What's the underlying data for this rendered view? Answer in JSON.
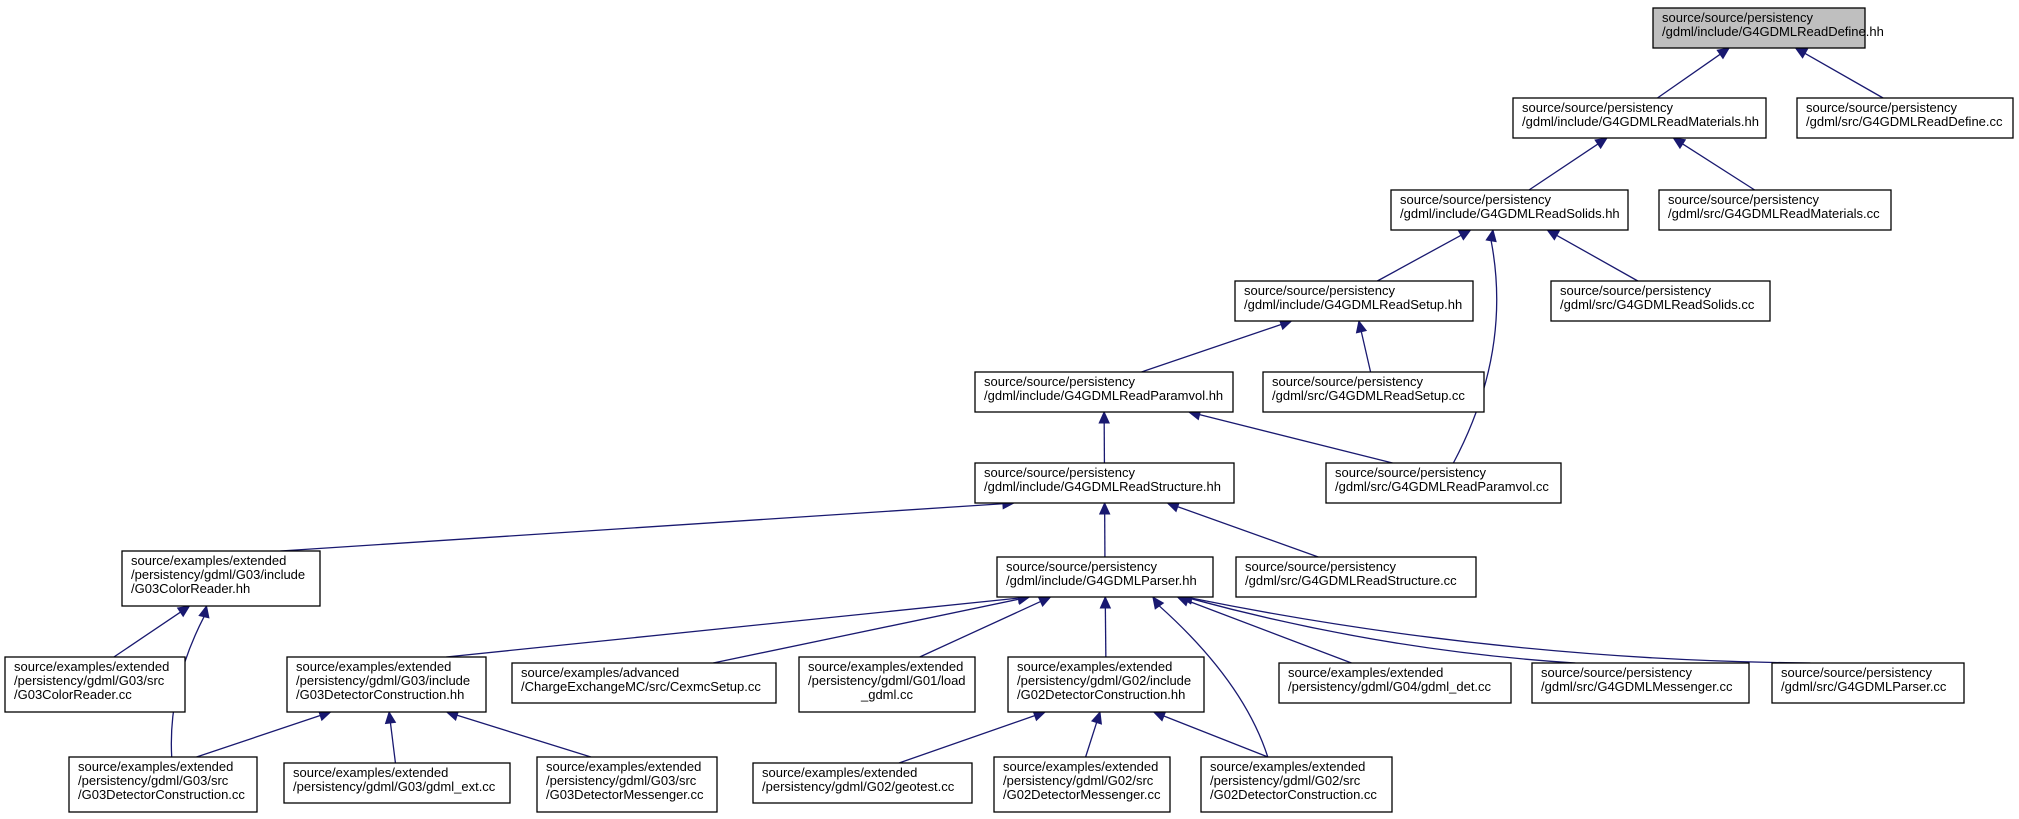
{
  "title": "",
  "nodes": [
    {
      "id": "read_define_hh",
      "lines": [
        "source/source/persistency",
        "/gdml/include/G4GDMLReadDefine.hh"
      ],
      "root": true
    },
    {
      "id": "read_materials_hh",
      "lines": [
        "source/source/persistency",
        "/gdml/include/G4GDMLReadMaterials.hh"
      ]
    },
    {
      "id": "read_define_cc",
      "lines": [
        "source/source/persistency",
        "/gdml/src/G4GDMLReadDefine.cc"
      ]
    },
    {
      "id": "read_solids_hh",
      "lines": [
        "source/source/persistency",
        "/gdml/include/G4GDMLReadSolids.hh"
      ]
    },
    {
      "id": "read_materials_cc",
      "lines": [
        "source/source/persistency",
        "/gdml/src/G4GDMLReadMaterials.cc"
      ]
    },
    {
      "id": "read_setup_hh",
      "lines": [
        "source/source/persistency",
        "/gdml/include/G4GDMLReadSetup.hh"
      ]
    },
    {
      "id": "read_solids_cc",
      "lines": [
        "source/source/persistency",
        "/gdml/src/G4GDMLReadSolids.cc"
      ]
    },
    {
      "id": "read_paramvol_hh",
      "lines": [
        "source/source/persistency",
        "/gdml/include/G4GDMLReadParamvol.hh"
      ]
    },
    {
      "id": "read_setup_cc",
      "lines": [
        "source/source/persistency",
        "/gdml/src/G4GDMLReadSetup.cc"
      ]
    },
    {
      "id": "read_structure_hh",
      "lines": [
        "source/source/persistency",
        "/gdml/include/G4GDMLReadStructure.hh"
      ]
    },
    {
      "id": "read_paramvol_cc",
      "lines": [
        "source/source/persistency",
        "/gdml/src/G4GDMLReadParamvol.cc"
      ]
    },
    {
      "id": "g03_color_reader_hh",
      "lines": [
        "source/examples/extended",
        "/persistency/gdml/G03/include",
        "/G03ColorReader.hh"
      ]
    },
    {
      "id": "parser_hh",
      "lines": [
        "source/source/persistency",
        "/gdml/include/G4GDMLParser.hh"
      ]
    },
    {
      "id": "read_structure_cc",
      "lines": [
        "source/source/persistency",
        "/gdml/src/G4GDMLReadStructure.cc"
      ]
    },
    {
      "id": "g03_color_reader_cc",
      "lines": [
        "source/examples/extended",
        "/persistency/gdml/G03/src",
        "/G03ColorReader.cc"
      ]
    },
    {
      "id": "g03_detcons_hh",
      "lines": [
        "source/examples/extended",
        "/persistency/gdml/G03/include",
        "/G03DetectorConstruction.hh"
      ]
    },
    {
      "id": "cexmc_setup_cc",
      "lines": [
        "source/examples/advanced",
        "/ChargeExchangeMC/src/CexmcSetup.cc"
      ]
    },
    {
      "id": "g01_load_gdml_cc",
      "lines": [
        "source/examples/extended",
        "/persistency/gdml/G01/load",
        "_gdml.cc"
      ]
    },
    {
      "id": "g02_detcons_hh",
      "lines": [
        "source/examples/extended",
        "/persistency/gdml/G02/include",
        "/G02DetectorConstruction.hh"
      ]
    },
    {
      "id": "g04_gdml_det_cc",
      "lines": [
        "source/examples/extended",
        "/persistency/gdml/G04/gdml_det.cc"
      ]
    },
    {
      "id": "messenger_cc",
      "lines": [
        "source/source/persistency",
        "/gdml/src/G4GDMLMessenger.cc"
      ]
    },
    {
      "id": "parser_cc",
      "lines": [
        "source/source/persistency",
        "/gdml/src/G4GDMLParser.cc"
      ]
    },
    {
      "id": "g03_detcons_cc",
      "lines": [
        "source/examples/extended",
        "/persistency/gdml/G03/src",
        "/G03DetectorConstruction.cc"
      ]
    },
    {
      "id": "g03_gdml_ext_cc",
      "lines": [
        "source/examples/extended",
        "/persistency/gdml/G03/gdml_ext.cc"
      ]
    },
    {
      "id": "g03_det_messenger_cc",
      "lines": [
        "source/examples/extended",
        "/persistency/gdml/G03/src",
        "/G03DetectorMessenger.cc"
      ]
    },
    {
      "id": "g02_geotest_cc",
      "lines": [
        "source/examples/extended",
        "/persistency/gdml/G02/geotest.cc"
      ]
    },
    {
      "id": "g02_det_messenger_cc",
      "lines": [
        "source/examples/extended",
        "/persistency/gdml/G02/src",
        "/G02DetectorMessenger.cc"
      ]
    },
    {
      "id": "g02_detcons_cc",
      "lines": [
        "source/examples/extended",
        "/persistency/gdml/G02/src",
        "/G02DetectorConstruction.cc"
      ]
    }
  ],
  "edges": [
    {
      "from": "read_materials_hh",
      "to": "read_define_hh"
    },
    {
      "from": "read_define_cc",
      "to": "read_define_hh"
    },
    {
      "from": "read_solids_hh",
      "to": "read_materials_hh"
    },
    {
      "from": "read_materials_cc",
      "to": "read_materials_hh"
    },
    {
      "from": "read_setup_hh",
      "to": "read_solids_hh"
    },
    {
      "from": "read_solids_cc",
      "to": "read_solids_hh"
    },
    {
      "from": "read_paramvol_cc",
      "to": "read_solids_hh"
    },
    {
      "from": "read_paramvol_hh",
      "to": "read_setup_hh"
    },
    {
      "from": "read_setup_cc",
      "to": "read_setup_hh"
    },
    {
      "from": "read_structure_hh",
      "to": "read_paramvol_hh"
    },
    {
      "from": "read_paramvol_cc",
      "to": "read_paramvol_hh"
    },
    {
      "from": "g03_color_reader_hh",
      "to": "read_structure_hh"
    },
    {
      "from": "parser_hh",
      "to": "read_structure_hh"
    },
    {
      "from": "read_structure_cc",
      "to": "read_structure_hh"
    },
    {
      "from": "g03_color_reader_cc",
      "to": "g03_color_reader_hh"
    },
    {
      "from": "g03_detcons_cc",
      "to": "g03_color_reader_hh"
    },
    {
      "from": "g03_detcons_hh",
      "to": "parser_hh"
    },
    {
      "from": "cexmc_setup_cc",
      "to": "parser_hh"
    },
    {
      "from": "g01_load_gdml_cc",
      "to": "parser_hh"
    },
    {
      "from": "g02_detcons_hh",
      "to": "parser_hh"
    },
    {
      "from": "g04_gdml_det_cc",
      "to": "parser_hh"
    },
    {
      "from": "messenger_cc",
      "to": "parser_hh"
    },
    {
      "from": "parser_cc",
      "to": "parser_hh"
    },
    {
      "from": "g02_detcons_cc",
      "to": "parser_hh"
    },
    {
      "from": "g03_detcons_cc",
      "to": "g03_detcons_hh"
    },
    {
      "from": "g03_gdml_ext_cc",
      "to": "g03_detcons_hh"
    },
    {
      "from": "g03_det_messenger_cc",
      "to": "g03_detcons_hh"
    },
    {
      "from": "g02_geotest_cc",
      "to": "g02_detcons_hh"
    },
    {
      "from": "g02_det_messenger_cc",
      "to": "g02_detcons_hh"
    },
    {
      "from": "g02_detcons_cc",
      "to": "g02_detcons_hh"
    }
  ],
  "colors": {
    "edge": "#191970",
    "root_fill": "#bfbfbf",
    "node_fill": "#ffffff",
    "node_border": "#000000"
  }
}
